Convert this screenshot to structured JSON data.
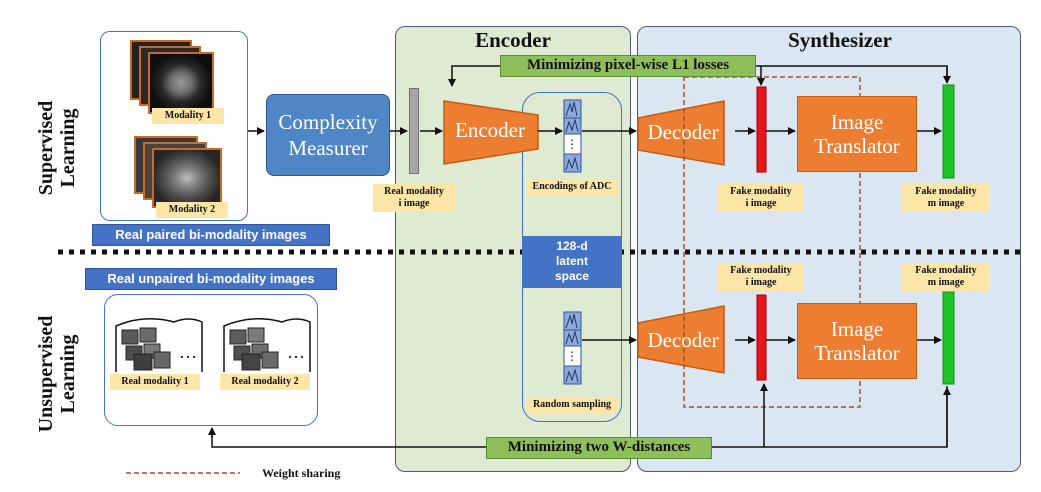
{
  "panels": {
    "encoder_title": "Encoder",
    "synthesizer_title": "Synthesizer"
  },
  "side_labels": {
    "supervised": [
      "Supervised",
      "Learning"
    ],
    "unsupervised": [
      "Unsupervised",
      "Learning"
    ]
  },
  "supervised": {
    "modality1_tag": "Modality 1",
    "modality2_tag": "Modality 2",
    "paired_label": "Real paired bi-modality images",
    "complexity_measurer": [
      "Complexity",
      "Measurer"
    ],
    "real_modality_tag": [
      "Real modality",
      "i image"
    ],
    "encoder_label": "Encoder",
    "encodings_tag": "Encodings of ADC",
    "decoder_label": "Decoder",
    "fake_i_tag": [
      "Fake modality",
      "i image"
    ],
    "image_translator": [
      "Image",
      "Translator"
    ],
    "fake_m_tag": [
      "Fake modality",
      "m image"
    ],
    "l1_loss_label": "Minimizing pixel-wise L1 losses"
  },
  "latent": {
    "label": [
      "128-d",
      "latent",
      "space"
    ]
  },
  "unsupervised": {
    "unpaired_label": "Real unpaired bi-modality images",
    "real_modality1_tag": "Real modality 1",
    "real_modality2_tag": "Real modality 2",
    "random_sampling_tag": "Random sampling",
    "decoder_label": "Decoder",
    "fake_i_tag": [
      "Fake modality",
      "i image"
    ],
    "image_translator": [
      "Image",
      "Translator"
    ],
    "fake_m_tag": [
      "Fake modality",
      "m image"
    ],
    "w_distance_label": "Minimizing two W-distances"
  },
  "legend": {
    "weight_sharing": "Weight sharing"
  },
  "colors": {
    "encoder_bg": "#dfead3",
    "synthesizer_bg": "#dbe6f3",
    "orange": "#ed7d31",
    "blue": "#4472c4",
    "green": "#8fbf5a",
    "tag": "#fbe6a8",
    "red_bar": "#e8141b",
    "green_bar": "#22c32a",
    "grey_bar": "#a6a6a6",
    "weight_sharing_line": "#a0522d"
  },
  "icons": {
    "ellipsis": "⋯"
  }
}
